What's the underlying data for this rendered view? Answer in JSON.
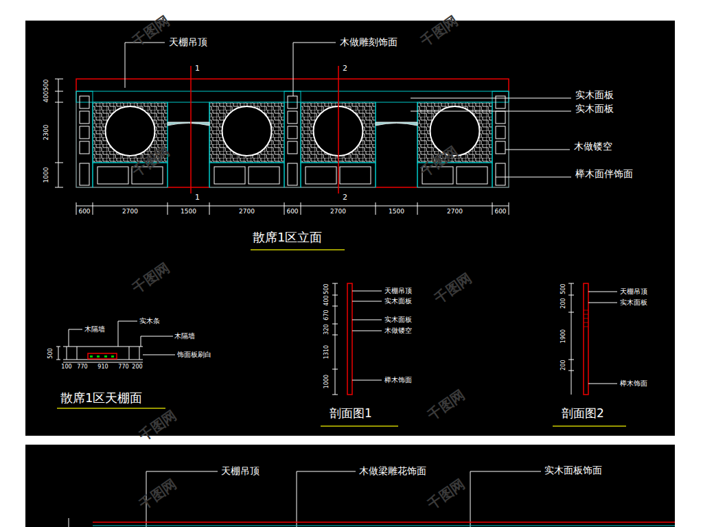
{
  "diagram": {
    "labels": [
      "天棚吊顶",
      "木做雕刻饰面",
      "1",
      "2",
      "实木面板",
      "实木面板",
      "木做镂空",
      "榉木面伴饰面",
      "1",
      "2",
      "400",
      "500",
      "2300",
      "1000",
      "600",
      "2700",
      "1500",
      "2700",
      "600",
      "2700",
      "1500",
      "2700",
      "600",
      "散席1区立面",
      "实木条",
      "木隔墙",
      "木隔墙",
      "饰面板刷白",
      "500",
      "100",
      "770",
      "910",
      "770",
      "200",
      "散席1区天棚面",
      "天棚吊顶",
      "实木面板",
      "实木面板",
      "木做镂空",
      "榉木饰面",
      "400",
      "500",
      "320",
      "670",
      "1310",
      "1000",
      "剖面图1",
      "天棚吊顶",
      "实木面板",
      "榉木饰面",
      "500",
      "200",
      "1900",
      "200",
      "剖面图2",
      "天棚吊顶",
      "木做梁雕花饰面",
      "实木面板饰面",
      "千图网",
      "千图网",
      "千图网",
      "千图网",
      "千图网",
      "千图网",
      "千图网",
      "千图网",
      "千图网",
      "千图网"
    ]
  }
}
